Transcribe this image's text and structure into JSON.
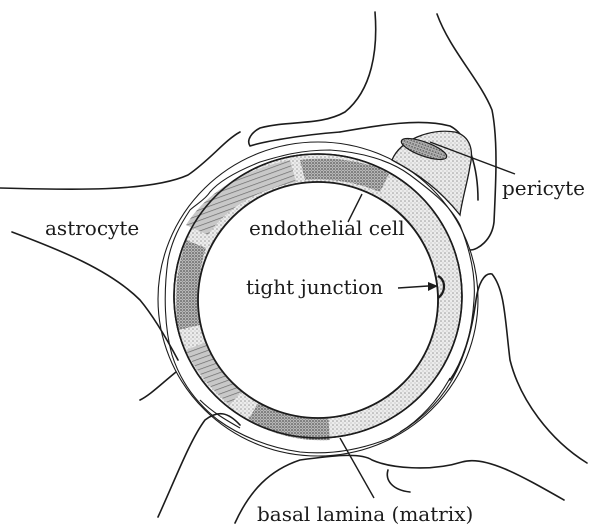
{
  "labels": {
    "pericyte": "pericyte",
    "astrocyte": "astrocyte",
    "endothelial_cell": "endothelial cell",
    "tight_junction": "tight junction",
    "basal_lamina": "basal lamina (matrix)"
  },
  "colors": {
    "ink": "#1c1c1c",
    "background": "#ffffff",
    "stipple_light": "#cfcfcf",
    "stipple_dark": "#8a8a8a"
  }
}
